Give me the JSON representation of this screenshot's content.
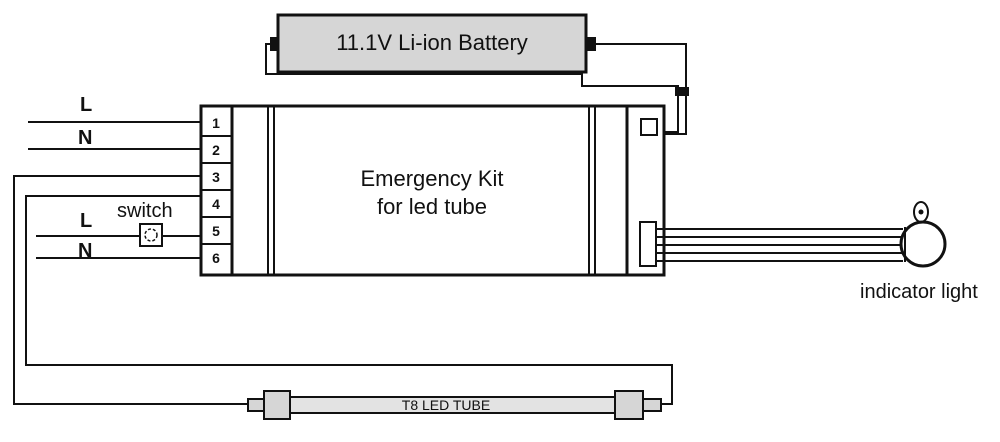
{
  "battery": {
    "label": "11.1V Li-ion Battery"
  },
  "kit": {
    "line1": "Emergency Kit",
    "line2": "for led tube"
  },
  "terminals": [
    "1",
    "2",
    "3",
    "4",
    "5",
    "6"
  ],
  "input_labels": {
    "l_top": "L",
    "n_top": "N",
    "l_bottom": "L",
    "n_bottom": "N"
  },
  "switch": {
    "label": "switch"
  },
  "indicator": {
    "label": "indicator light"
  },
  "tube": {
    "label": "T8 LED TUBE"
  },
  "colors": {
    "line": "#111111",
    "fill_gray": "#d6d6d6",
    "tube_fill": "#e3e3e3"
  }
}
